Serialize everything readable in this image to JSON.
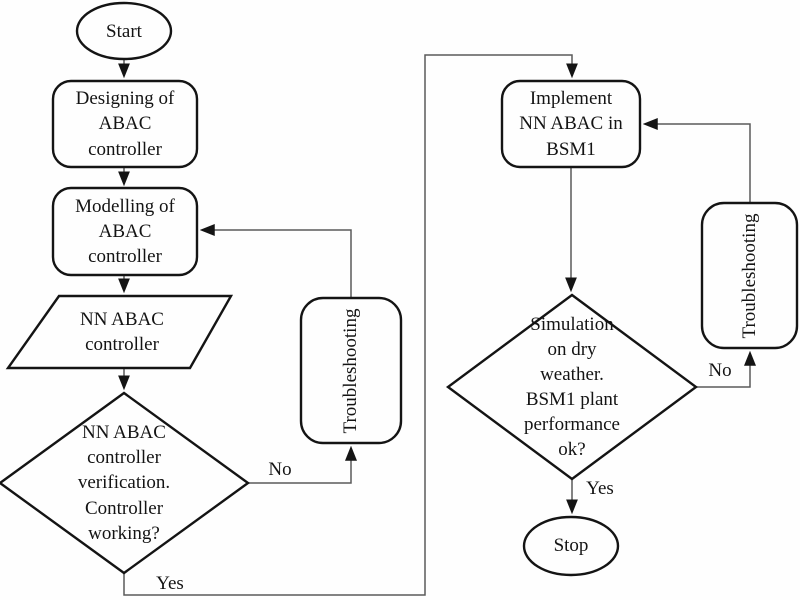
{
  "colors": {
    "background": "#fefefe",
    "shape_stroke": "#141414",
    "connector": "#5a5a5a",
    "text": "#141414"
  },
  "diagram": {
    "nodes": {
      "start": {
        "type": "terminator",
        "label": "Start"
      },
      "designing": {
        "type": "process",
        "label": "Designing of\nABAC\ncontroller"
      },
      "modelling": {
        "type": "process",
        "label": "Modelling of\nABAC\ncontroller"
      },
      "nn_abac": {
        "type": "input-output",
        "label": "NN ABAC\ncontroller"
      },
      "verification": {
        "type": "decision",
        "label": "NN ABAC\ncontroller\nverification.\nController\nworking?"
      },
      "troubleshooting_left": {
        "type": "process",
        "label": "Troubleshooting"
      },
      "implement": {
        "type": "process",
        "label": "Implement\nNN ABAC in\nBSM1"
      },
      "simulation": {
        "type": "decision",
        "label": "Simulation\non dry\nweather.\nBSM1 plant\nperformance\nok?"
      },
      "troubleshooting_right": {
        "type": "process",
        "label": "Troubleshooting"
      },
      "stop": {
        "type": "terminator",
        "label": "Stop"
      }
    },
    "edge_labels": {
      "verification_no": "No",
      "verification_yes": "Yes",
      "simulation_no": "No",
      "simulation_yes": "Yes"
    }
  }
}
